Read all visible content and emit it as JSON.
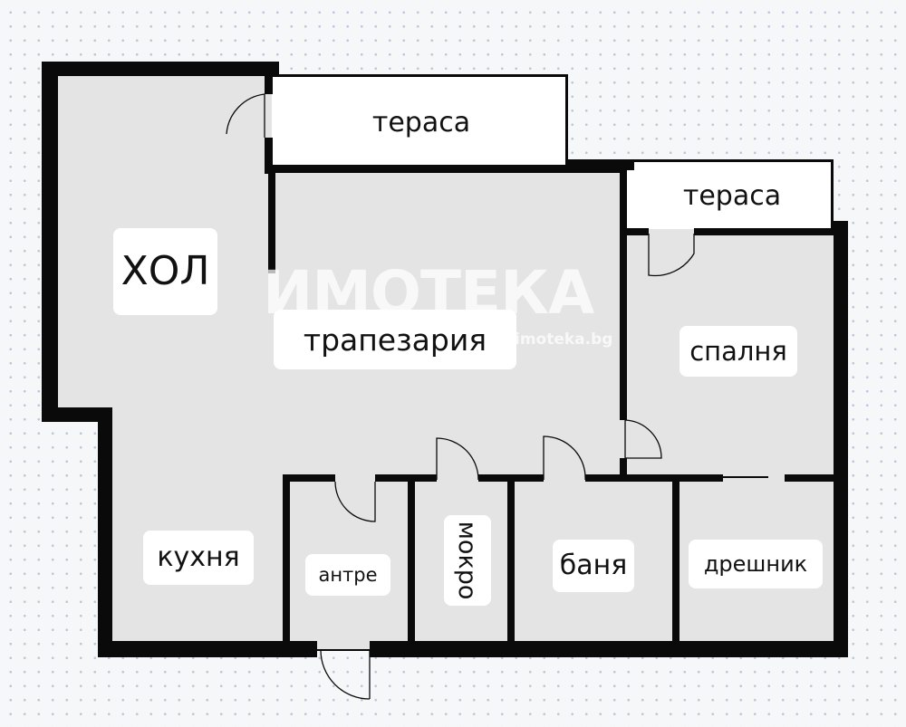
{
  "rooms": {
    "hol": "ХОЛ",
    "terasa_top": "тераса",
    "terasa_right": "тераса",
    "trapezaria": "трапезария",
    "spalnya": "спалня",
    "kuhnya": "кухня",
    "antre": "антре",
    "mokro": "мокро",
    "banya": "баня",
    "dreshnik": "дрешник"
  },
  "watermark": {
    "brand": "ИМОТЕКА",
    "site": "imoteka.bg"
  },
  "colors": {
    "wall": "#0a0a0a",
    "floor": "#e4e4e4",
    "terrace": "#ffffff",
    "background": "#f6f7f9"
  }
}
